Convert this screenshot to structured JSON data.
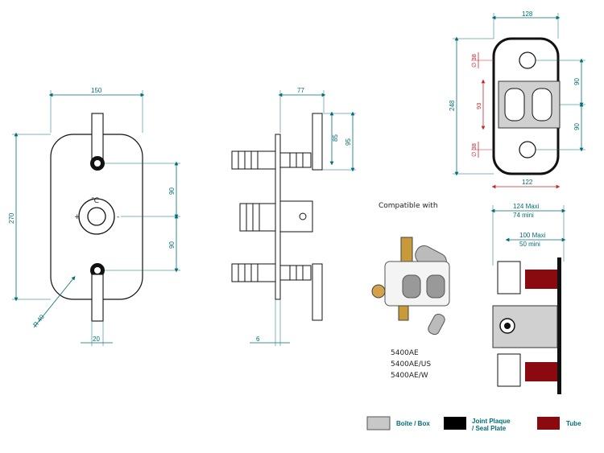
{
  "front_view": {
    "width": "150",
    "height": "270",
    "spacing_top": "90",
    "spacing_bottom": "90",
    "radius": "R 40",
    "handle_width": "20"
  },
  "side_view": {
    "depth": "77",
    "lever_height": "85",
    "lever_total": "95",
    "plate_thickness": "6"
  },
  "box_view": {
    "width_top": "128",
    "width_bottom": "122",
    "height": "248",
    "hole_top": "∅ 38",
    "hole_bottom": "∅ 38",
    "center_dim": "93",
    "right_top": "90",
    "right_bottom": "90"
  },
  "install_view": {
    "max_depth": "124  Maxi",
    "min_depth": "74 mini",
    "max_depth2": "100  Maxi",
    "min_depth2": "50 mini"
  },
  "compatible": {
    "title": "Compatible with",
    "models": [
      "5400AE",
      "5400AE/US",
      "5400AE/W"
    ]
  },
  "legend": {
    "items": [
      {
        "label": "Boîte / Box",
        "color": "#c8c8c8"
      },
      {
        "label": "Joint Plaque / Seal Plate",
        "color": "#000000"
      },
      {
        "label": "Tube",
        "color": "#8b0a0f"
      }
    ]
  },
  "colors": {
    "dimension": "#006e75",
    "red_dimension": "#c0282e"
  }
}
